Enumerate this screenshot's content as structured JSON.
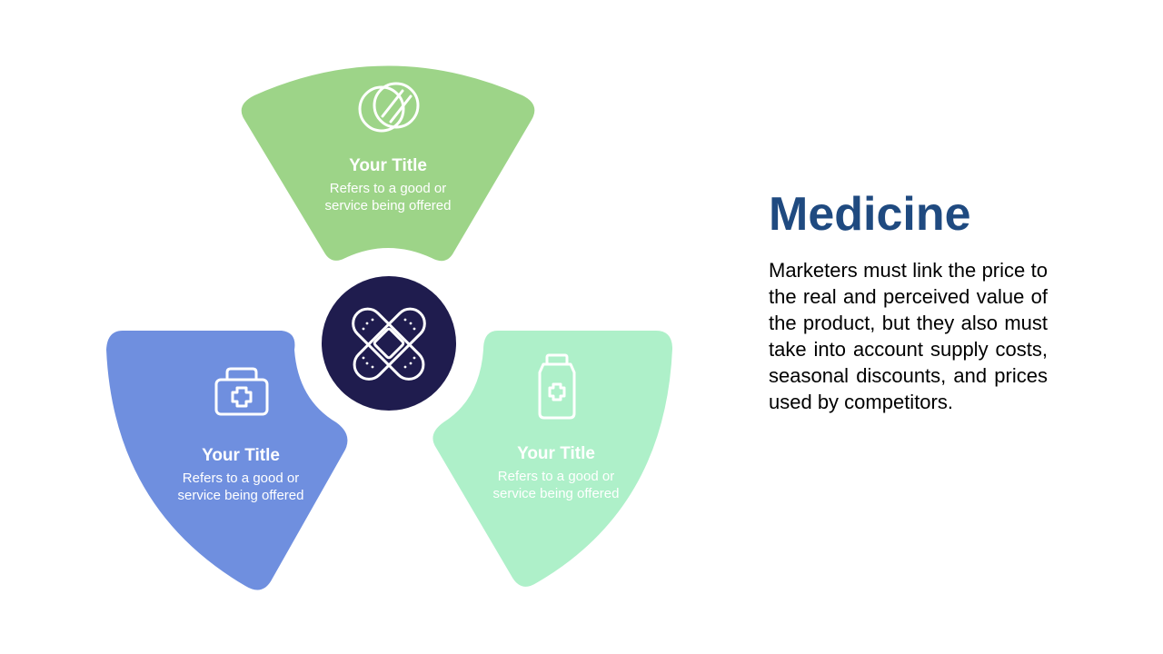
{
  "colors": {
    "segment_top": "#9dd488",
    "segment_left": "#6f8fdf",
    "segment_right": "#aef0c9",
    "center_circle": "#1f1c4e",
    "heading": "#1f4a80"
  },
  "segments": [
    {
      "icon": "pill-icon",
      "title": "Your Title",
      "desc_line1": "Refers to a good or",
      "desc_line2": "service being offered"
    },
    {
      "icon": "first-aid-kit-icon",
      "title": "Your Title",
      "desc_line1": "Refers to a good or",
      "desc_line2": "service being offered"
    },
    {
      "icon": "medicine-bottle-icon",
      "title": "Your Title",
      "desc_line1": "Refers to a good or",
      "desc_line2": "service being offered"
    }
  ],
  "center": {
    "icon": "bandage-icon"
  },
  "panel": {
    "title": "Medicine",
    "body": "Marketers must link the price to the real and perceived value of the product, but they also must take into account supply costs, seasonal discounts, and prices used by competitors."
  }
}
